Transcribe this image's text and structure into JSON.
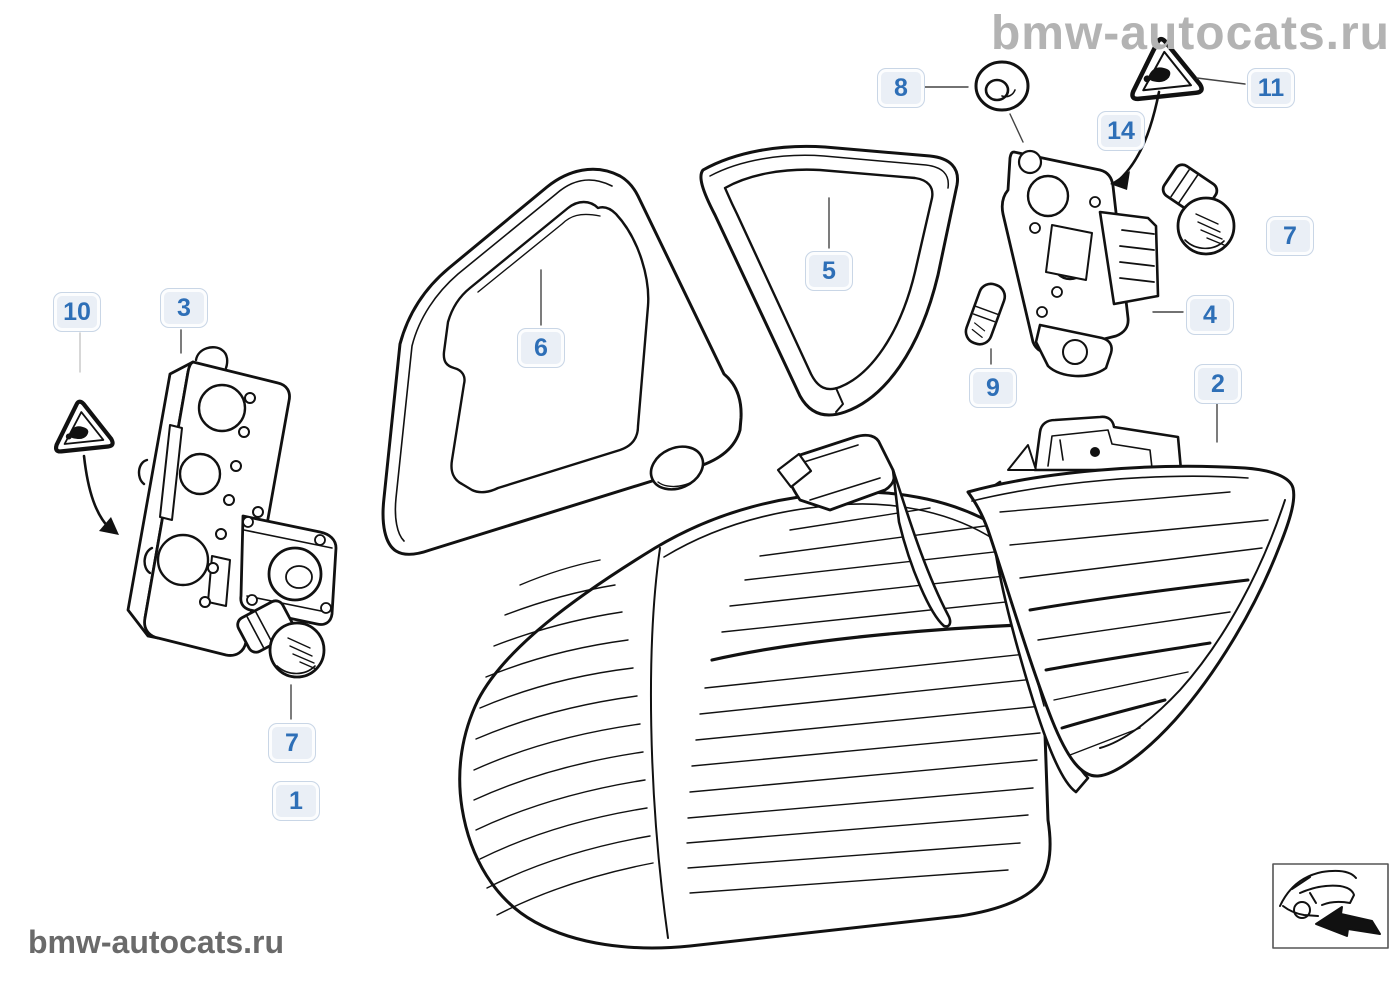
{
  "watermarks": {
    "top_right": "bmw-autocats.ru",
    "bottom_left": "bmw-autocats.ru"
  },
  "callouts": [
    {
      "label": "1"
    },
    {
      "label": "2"
    },
    {
      "label": "3"
    },
    {
      "label": "4"
    },
    {
      "label": "5"
    },
    {
      "label": "6"
    },
    {
      "label": "7"
    },
    {
      "label": "7"
    },
    {
      "label": "8"
    },
    {
      "label": "9"
    },
    {
      "label": "10"
    },
    {
      "label": "11"
    },
    {
      "label": "14"
    }
  ],
  "icons": {
    "warning_triangle": "observe-instructions-triangle",
    "location_thumbnail": "car-rear-corner-with-arrow"
  },
  "colors": {
    "callout_bg": "#eaeff6",
    "callout_border": "#c9d6e6",
    "callout_text": "#2e6fb7",
    "watermark_top": "#b3b3b3",
    "watermark_bottom": "#6a6a6a",
    "line_art": "#111111",
    "background": "#ffffff"
  }
}
